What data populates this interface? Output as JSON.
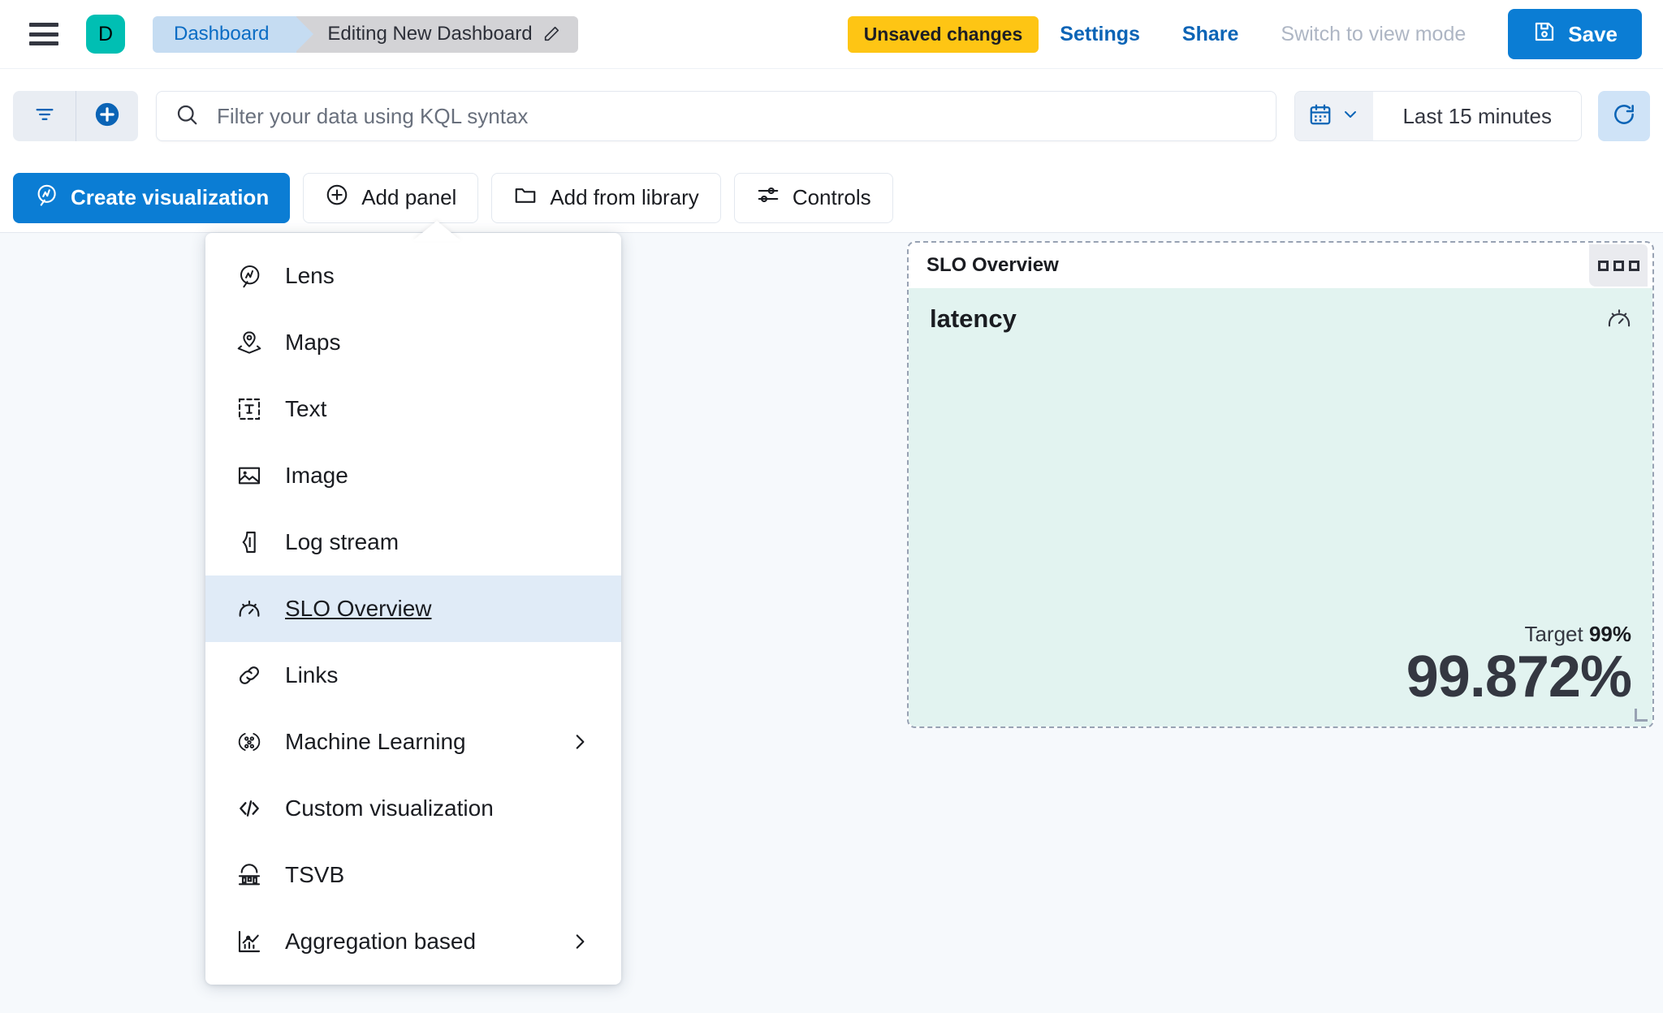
{
  "header": {
    "menu_icon": "hamburger-icon",
    "avatar_letter": "D",
    "breadcrumb_home": "Dashboard",
    "breadcrumb_current": "Editing New Dashboard",
    "edit_icon": "pencil-icon",
    "unsaved_badge": "Unsaved changes",
    "settings_label": "Settings",
    "share_label": "Share",
    "switch_view_label": "Switch to view mode",
    "save_label": "Save",
    "save_icon": "save-disk-icon",
    "colors": {
      "accent_blue": "#0b7dd4",
      "warning_yellow": "#fec514",
      "avatar_teal": "#00bfb3",
      "breadcrumb_blue_bg": "#c5dcf2",
      "breadcrumb_gray_bg": "#d3d3d6"
    }
  },
  "querybar": {
    "filter_icon": "filter-icon",
    "add_filter_icon": "plus-circle-icon",
    "search_icon": "search-icon",
    "search_placeholder": "Filter your data using KQL syntax",
    "search_value": "",
    "calendar_icon": "calendar-icon",
    "calendar_chevron": "chevron-down-icon",
    "time_range": "Last 15 minutes",
    "refresh_icon": "refresh-icon"
  },
  "toolbar": {
    "buttons": [
      {
        "label": "Create visualization",
        "icon": "lens-icon",
        "style": "primary"
      },
      {
        "label": "Add panel",
        "icon": "plus-circle-icon",
        "style": "ghost"
      },
      {
        "label": "Add from library",
        "icon": "folder-icon",
        "style": "ghost"
      },
      {
        "label": "Controls",
        "icon": "controls-icon",
        "style": "ghost"
      }
    ]
  },
  "popover": {
    "items": [
      {
        "label": "Lens",
        "icon": "lens-icon",
        "selected": false,
        "has_submenu": false
      },
      {
        "label": "Maps",
        "icon": "map-marker-icon",
        "selected": false,
        "has_submenu": false
      },
      {
        "label": "Text",
        "icon": "text-box-icon",
        "selected": false,
        "has_submenu": false
      },
      {
        "label": "Image",
        "icon": "image-icon",
        "selected": false,
        "has_submenu": false
      },
      {
        "label": "Log stream",
        "icon": "log-stream-icon",
        "selected": false,
        "has_submenu": false
      },
      {
        "label": "SLO Overview",
        "icon": "gauge-icon",
        "selected": true,
        "has_submenu": false
      },
      {
        "label": "Links",
        "icon": "link-icon",
        "selected": false,
        "has_submenu": false
      },
      {
        "label": "Machine Learning",
        "icon": "machine-learning-icon",
        "selected": false,
        "has_submenu": true
      },
      {
        "label": "Custom visualization",
        "icon": "code-icon",
        "selected": false,
        "has_submenu": false
      },
      {
        "label": "TSVB",
        "icon": "tsvb-chart-icon",
        "selected": false,
        "has_submenu": false
      },
      {
        "label": "Aggregation based",
        "icon": "aggregation-chart-icon",
        "selected": false,
        "has_submenu": true
      }
    ]
  },
  "panel": {
    "title": "SLO Overview",
    "context_menu_icon": "panel-context-menu-icon",
    "slo_name": "latency",
    "slo_icon": "gauge-icon",
    "target_label": "Target",
    "target_value": "99%",
    "current_value": "99.872%",
    "body_bg": "#e2f3f0",
    "border_style": "dashed"
  }
}
